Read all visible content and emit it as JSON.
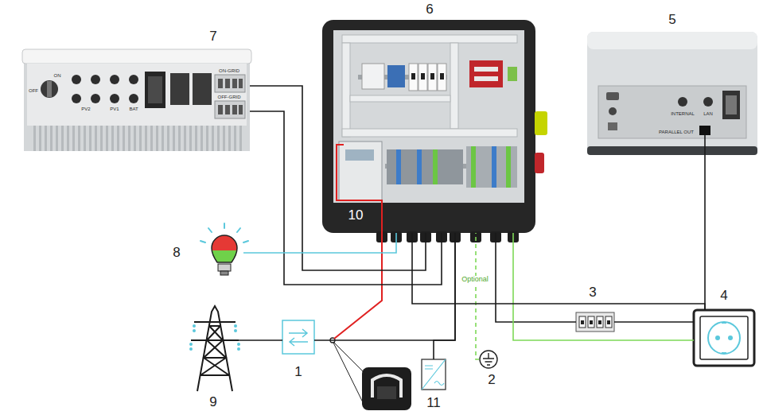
{
  "diagram": {
    "nodes": [
      {
        "text": [
          "7"
        ]
      },
      {
        "text": [
          "6"
        ]
      },
      {
        "text": [
          "10"
        ],
        "in": 1
      },
      {
        "text": [
          "5"
        ]
      },
      {
        "text": [
          "8"
        ]
      },
      {
        "text": [
          "3"
        ]
      },
      {
        "text": [
          "4"
        ]
      },
      {
        "text": [
          "1"
        ]
      },
      {
        "text": [
          "2"
        ]
      },
      {
        "text": [
          "11"
        ]
      },
      {
        "text": [
          "9"
        ]
      }
    ],
    "edges": [
      {
        "from": 0,
        "to": 1,
        "arrow": "none"
      },
      {
        "from": 0,
        "to": 1,
        "arrow": "none"
      },
      {
        "from": 4,
        "to": 1,
        "arrow": "none"
      },
      {
        "from": 10,
        "to": 7,
        "arrow": "none"
      },
      {
        "from": 7,
        "to": 1,
        "arrow": "none"
      },
      {
        "from": 9,
        "to": 1,
        "arrow": "none"
      },
      {
        "from": 8,
        "to": 1,
        "arrow": "none"
      },
      {
        "from": 1,
        "to": 5,
        "arrow": "none"
      },
      {
        "from": 5,
        "to": 6,
        "arrow": "none"
      },
      {
        "from": 1,
        "to": 6,
        "arrow": "none"
      },
      {
        "from": 1,
        "to": 6,
        "arrow": "none"
      },
      {
        "from": 3,
        "to": 6,
        "arrow": "none"
      }
    ],
    "labels": [
      "ON",
      "OFF",
      "PV2",
      "PV1",
      "BAT",
      "ON-GRID",
      "OFF-GRID",
      "INTERNAL",
      "LAN",
      "PARALLEL OUT",
      "Optional"
    ]
  }
}
